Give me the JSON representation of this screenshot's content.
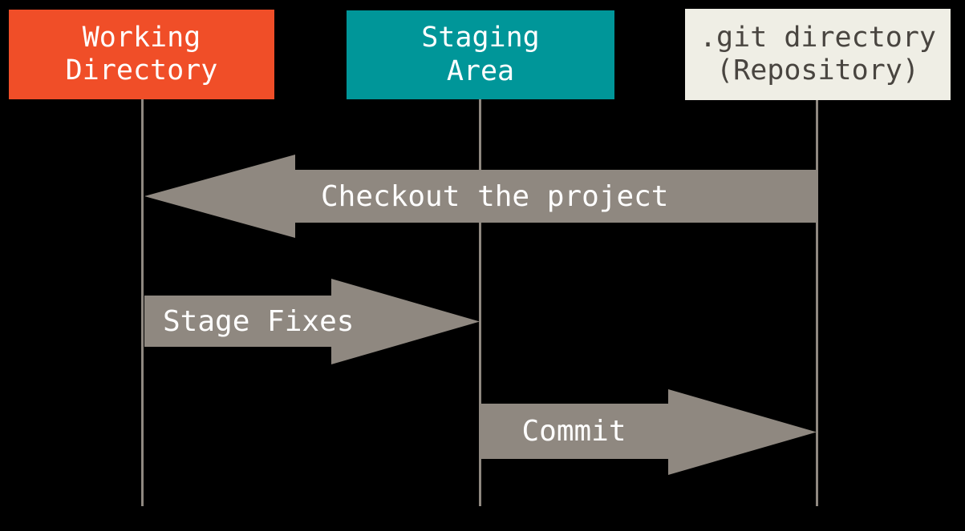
{
  "diagram": {
    "background": "#000000",
    "lifeline_color": "#8f8880",
    "columns": [
      {
        "id": "working-directory",
        "label": "Working\nDirectory",
        "bg": "#f04e28",
        "fg": "#ffffff"
      },
      {
        "id": "staging-area",
        "label": "Staging\nArea",
        "bg": "#009699",
        "fg": "#ffffff"
      },
      {
        "id": "git-directory",
        "label": ".git directory\n(Repository)",
        "bg": "#efeee5",
        "fg": "#494540"
      }
    ],
    "arrows": [
      {
        "id": "checkout",
        "label": "Checkout the project",
        "direction": "left",
        "from": "git-directory",
        "to": "working-directory",
        "color": "#8f8880",
        "text_color": "#ffffff"
      },
      {
        "id": "stage-fixes",
        "label": "Stage Fixes",
        "direction": "right",
        "from": "working-directory",
        "to": "staging-area",
        "color": "#8f8880",
        "text_color": "#ffffff"
      },
      {
        "id": "commit",
        "label": "Commit",
        "direction": "right",
        "from": "staging-area",
        "to": "git-directory",
        "color": "#8f8880",
        "text_color": "#ffffff"
      }
    ]
  }
}
